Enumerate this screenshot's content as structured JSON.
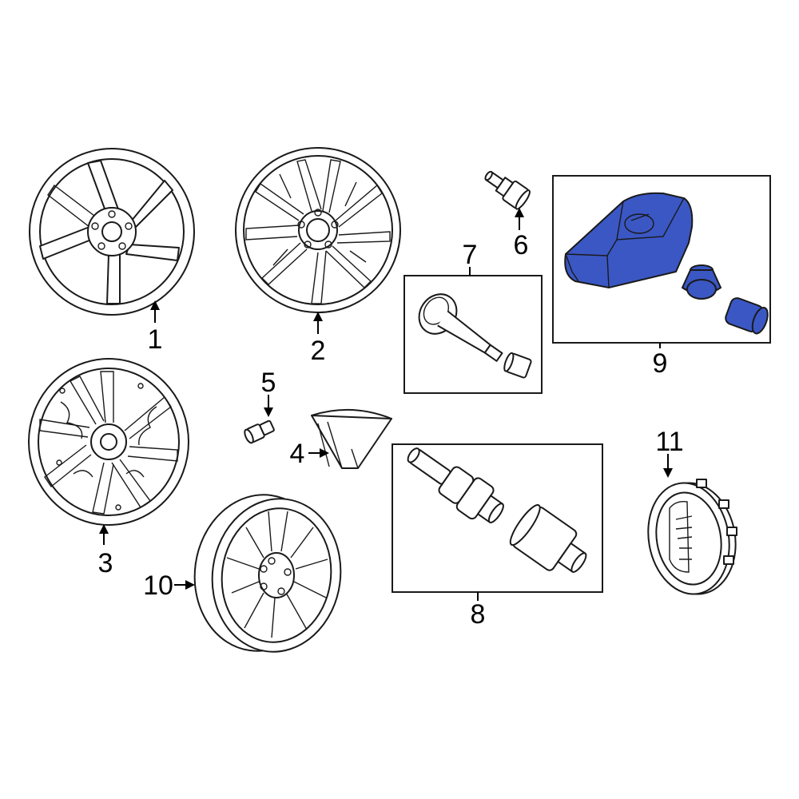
{
  "callouts": {
    "c1": "1",
    "c2": "2",
    "c3": "3",
    "c4": "4",
    "c5": "5",
    "c6": "6",
    "c7": "7",
    "c8": "8",
    "c9": "9",
    "c10": "10",
    "c11": "11"
  },
  "highlight_color": "#3a57c4",
  "highlighted_part": "tpms-sensor-kit",
  "icons": {
    "wheel_five_spoke": "wheel-1-icon",
    "wheel_ten_spoke": "wheel-2-icon",
    "wheel_eight_spoke": "wheel-3-icon",
    "balance_weight": "wheel-weight-icon",
    "valve_cap": "valve-cap-icon",
    "lug_bolt": "lug-bolt-icon",
    "valve_stem": "valve-stem-icon",
    "lock_bolt": "wheel-lock-icon",
    "tpms_sensor": "tpms-sensor-icon",
    "spare_wheel": "spare-wheel-icon",
    "center_cap": "center-cap-icon"
  }
}
